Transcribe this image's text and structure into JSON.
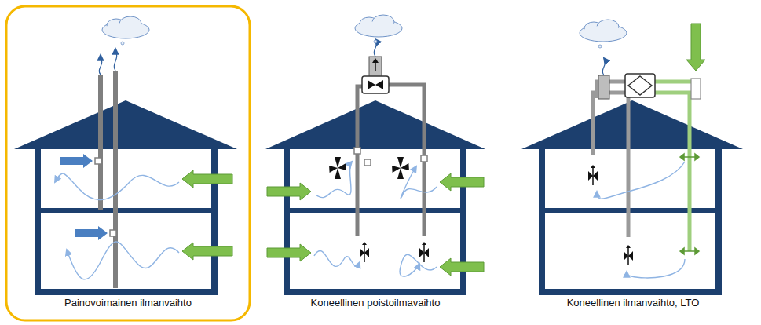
{
  "diagram": {
    "labels": [
      "Painovoimainen ilmanvaihto",
      "Koneellinen poistoilmavaihto",
      "Koneellinen ilmanvaihto, LTO"
    ]
  }
}
